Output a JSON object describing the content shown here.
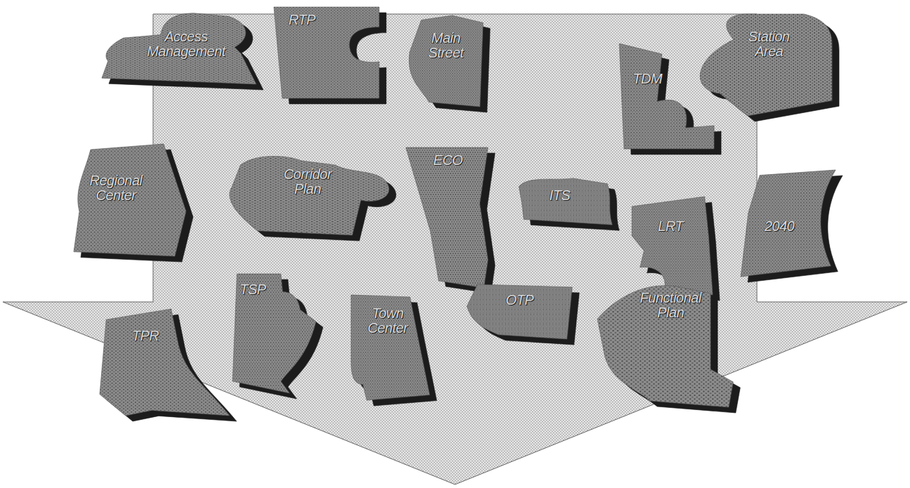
{
  "diagram": {
    "nodes": [
      {
        "text": [
          "Access Management"
        ]
      },
      {
        "text": [
          "RTP"
        ]
      },
      {
        "text": [
          "Main Street"
        ]
      },
      {
        "text": [
          "Station Area"
        ]
      },
      {
        "text": [
          "TDM"
        ]
      },
      {
        "text": [
          "Regional Center"
        ]
      },
      {
        "text": [
          "Corridor Plan"
        ]
      },
      {
        "text": [
          "ECO"
        ]
      },
      {
        "text": [
          "ITS"
        ]
      },
      {
        "text": [
          "LRT"
        ]
      },
      {
        "text": [
          "2040"
        ]
      },
      {
        "text": [
          "TPR"
        ]
      },
      {
        "text": [
          "TSP"
        ]
      },
      {
        "text": [
          "Town Center"
        ]
      },
      {
        "text": [
          "OTP"
        ]
      },
      {
        "text": [
          "Functional Plan"
        ]
      }
    ]
  }
}
